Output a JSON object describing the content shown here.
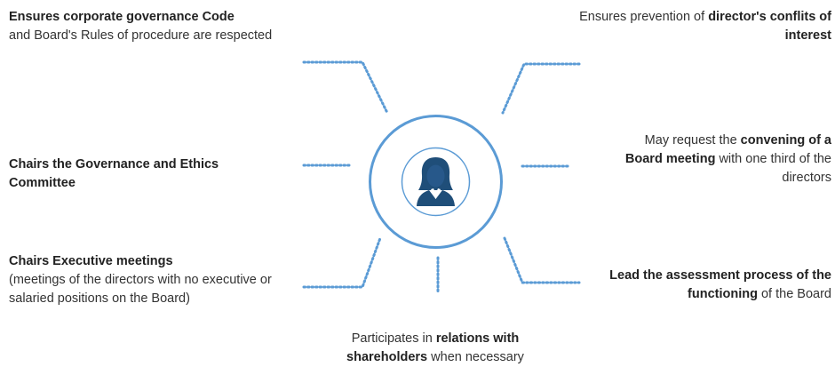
{
  "colors": {
    "accent": "#5b9bd5",
    "icon": "#1f4e79",
    "text": "#333333"
  },
  "center": {
    "icon": "businesswoman-avatar-icon"
  },
  "items": {
    "top_left": {
      "bold": "Ensures corporate governance Code",
      "rest": "and Board's Rules of procedure are respected"
    },
    "mid_left": {
      "bold": "Chairs the Governance and Ethics Committee"
    },
    "bottom_left": {
      "bold": "Chairs Executive meetings",
      "rest": "(meetings of the directors with no executive or salaried positions on the Board)"
    },
    "top_right": {
      "pre": "Ensures prevention of ",
      "bold": "director's conflits of interest"
    },
    "mid_right": {
      "pre": "May request the ",
      "bold": "convening of a Board meeting",
      "post": " with one third of the directors"
    },
    "bottom_right": {
      "bold": "Lead the assessment process of the functioning",
      "post": " of the Board"
    },
    "bottom_center": {
      "pre": "Participates in ",
      "bold": "relations with shareholders",
      "post": " when necessary"
    }
  }
}
